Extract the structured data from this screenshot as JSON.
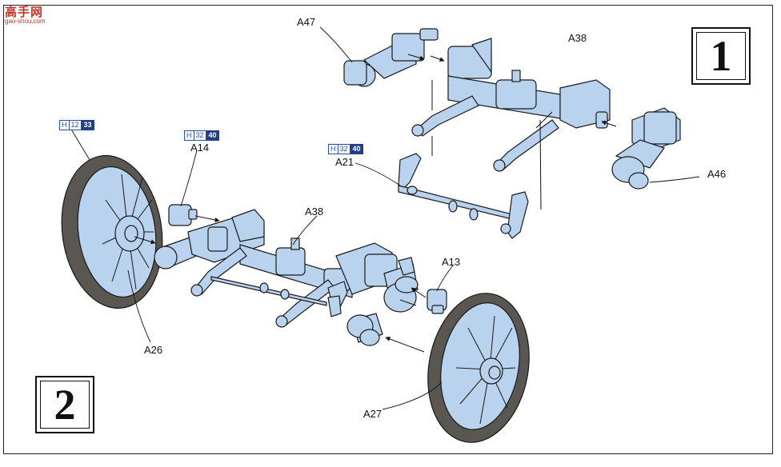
{
  "watermark": {
    "title": "高手网",
    "subtitle": "gao-shou.com"
  },
  "steps": {
    "step1": "1",
    "step2": "2"
  },
  "callouts": {
    "a47": "A47",
    "a38_top": "A38",
    "a46": "A46",
    "a21": "A21",
    "a14": "A14",
    "a38_mid": "A38",
    "a13": "A13",
    "a26": "A26",
    "a27": "A27"
  },
  "paint_codes": {
    "p1": {
      "h": "H",
      "a": "12",
      "b": "33"
    },
    "p2": {
      "h": "H",
      "a": "32",
      "b": "40"
    },
    "p3": {
      "h": "H",
      "a": "32",
      "b": "40"
    }
  },
  "colors": {
    "part_fill": "#b9d3ee",
    "tire": "#5a5652",
    "line": "#1a1a1a",
    "paint_blue": "#203f8a"
  }
}
